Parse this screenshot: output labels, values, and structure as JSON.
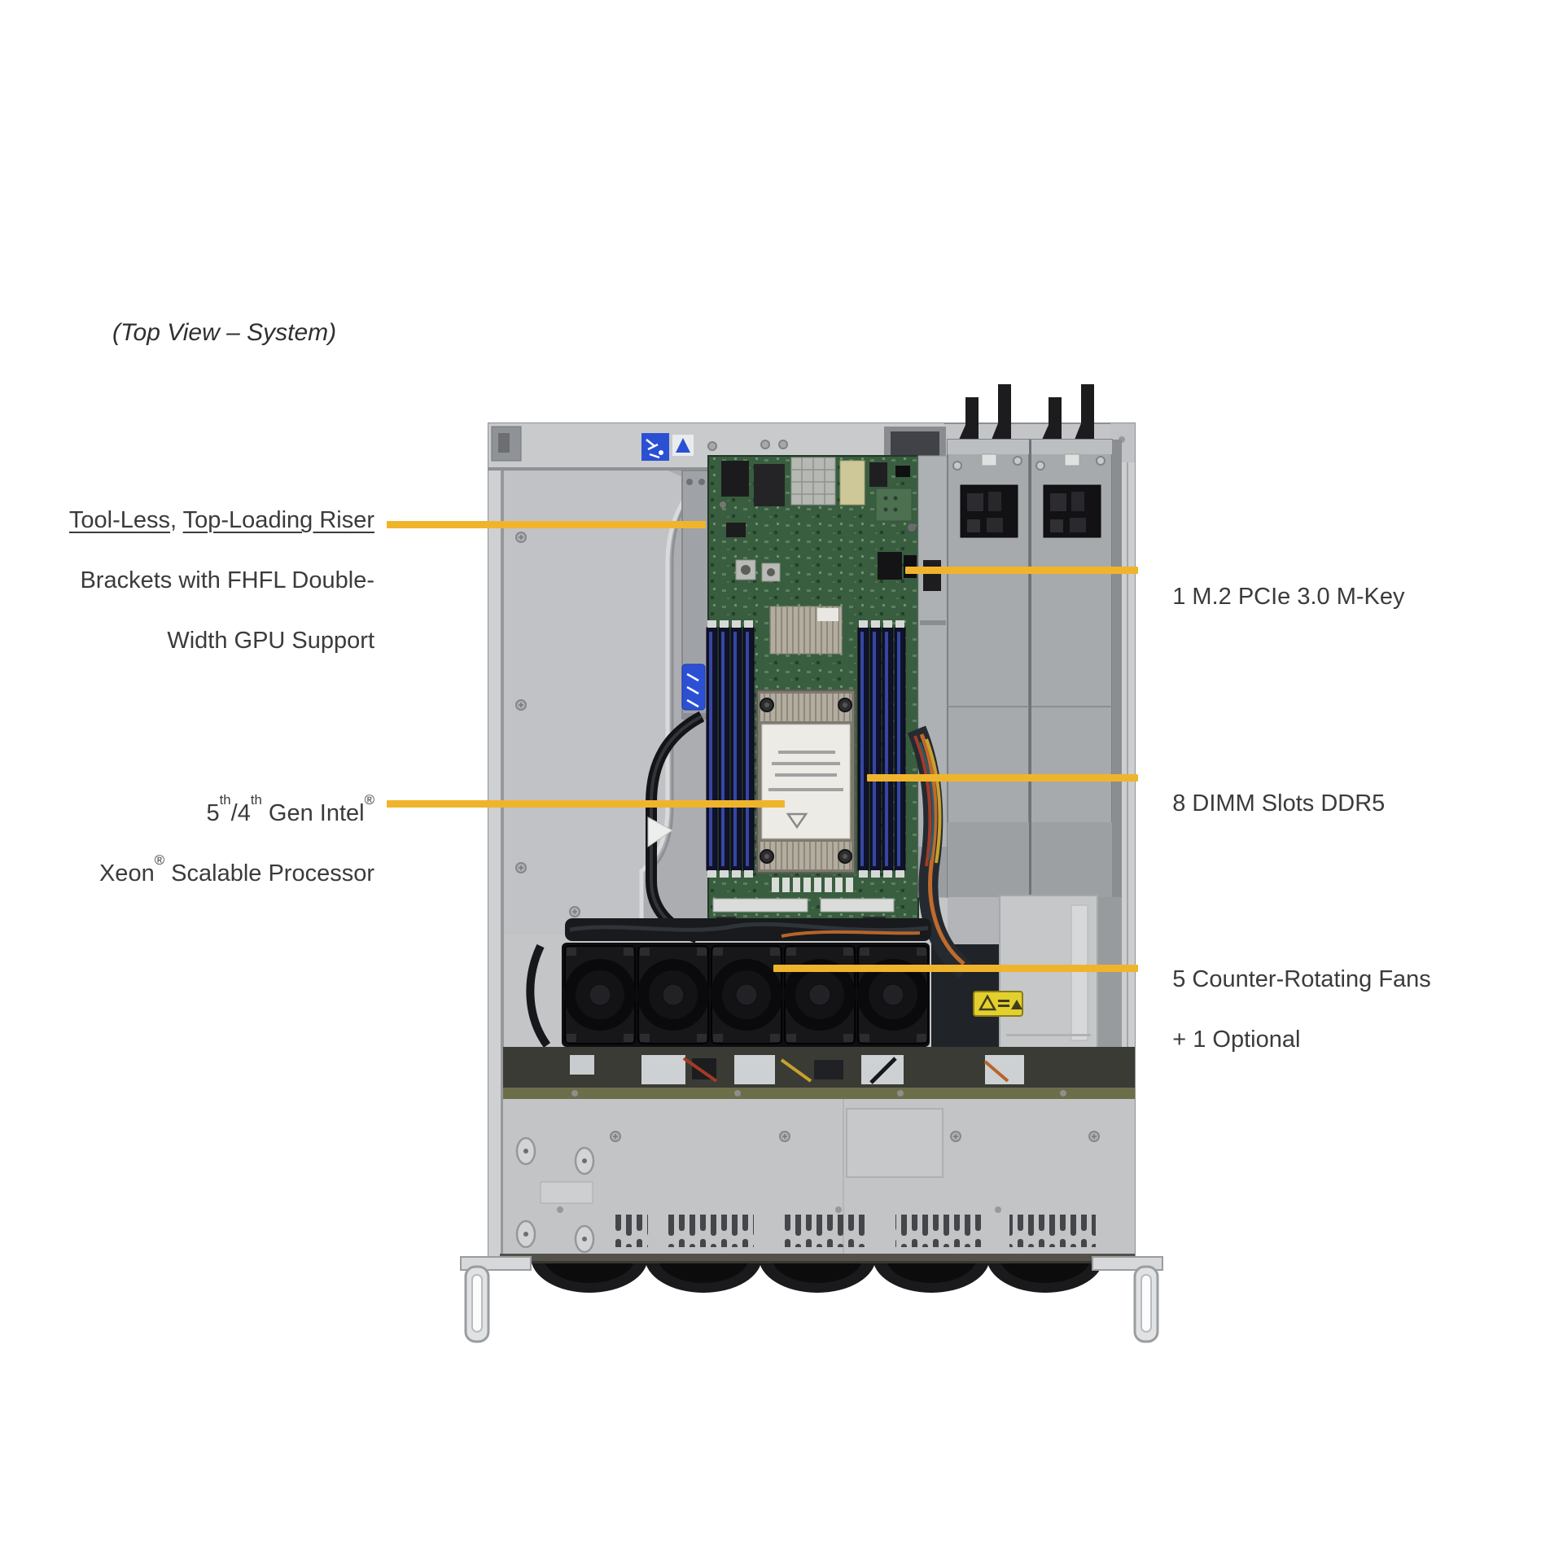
{
  "title": {
    "text": "(Top View – System)"
  },
  "callouts": {
    "riser": {
      "line1_underline1": "Tool-Less",
      "line1_sep": ", ",
      "line1_underline2": "Top-Loading Riser",
      "line2": "Brackets with FHFL Double-",
      "line3": "Width GPU Support"
    },
    "m2": {
      "text": "1 M.2 PCIe 3.0 M-Key"
    },
    "processor": {
      "gen1": "5",
      "sup1": "th",
      "slash": "/",
      "gen2": "4",
      "sup2": "th",
      "tail1": " Gen Intel",
      "reg1": "®",
      "brand": "Xeon",
      "reg2": "®",
      "tail2": " Scalable Processor"
    },
    "dimm": {
      "text": "8 DIMM Slots DDR5"
    },
    "fans": {
      "line1": "5 Counter-Rotating Fans",
      "line2": "+ 1 Optional"
    }
  },
  "colors": {
    "accent": "#F0B42C",
    "label_text": "#3B3B3B",
    "background": "#FFFFFF",
    "chassis_gray": "#C3C5C7",
    "pcb_green": "#395D3F",
    "fan_black": "#17171A",
    "psu_gray": "#A7AAAD",
    "warning_yellow": "#E3CF2E",
    "service_label_blue": "#2B50D4"
  }
}
